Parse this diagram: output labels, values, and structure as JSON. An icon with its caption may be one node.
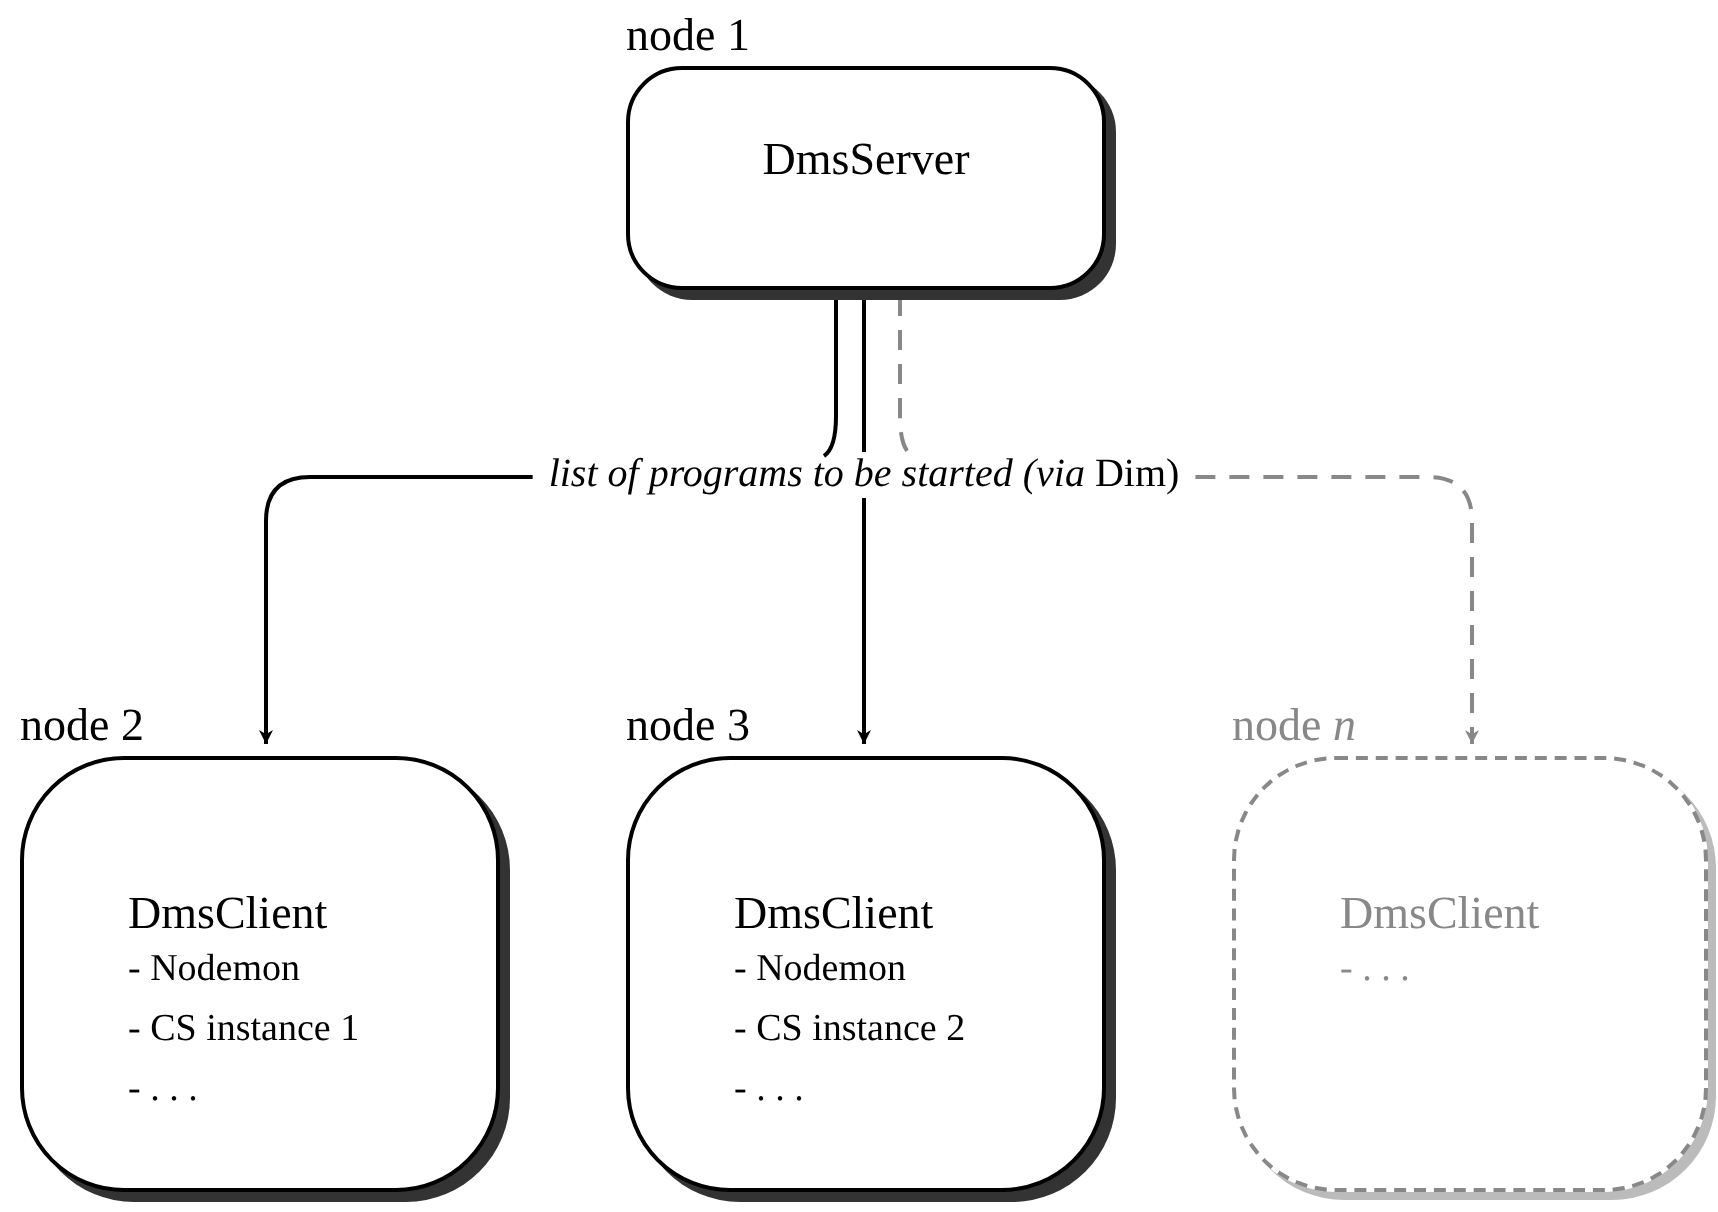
{
  "diagram": {
    "nodes": [
      {
        "text": [
          "node 1",
          "DmsServer"
        ]
      },
      {
        "text": [
          "*list of programs to be started (via* Dim)"
        ]
      },
      {
        "text": [
          "node 2",
          "DmsClient",
          "- Nodemon",
          "- CS instance 1",
          "- . . ."
        ]
      },
      {
        "text": [
          "node 3",
          "DmsClient",
          "- Nodemon",
          "- CS instance 2",
          "- . . ."
        ]
      },
      {
        "text": [
          "node *n*",
          "DmsClient",
          "- . . ."
        ]
      }
    ],
    "edges": [
      {
        "from": 0,
        "to": 1,
        "arrow": "none"
      },
      {
        "from": 0,
        "to": 1,
        "arrow": "none"
      },
      {
        "from": 0,
        "to": 1,
        "arrow": "none",
        "style": "dashed",
        "color": "#888888"
      },
      {
        "from": 1,
        "to": 2,
        "arrow": "to"
      },
      {
        "from": 1,
        "to": 3,
        "arrow": "to"
      },
      {
        "from": 1,
        "to": 4,
        "arrow": "to",
        "style": "dashed",
        "color": "#888888"
      }
    ]
  }
}
